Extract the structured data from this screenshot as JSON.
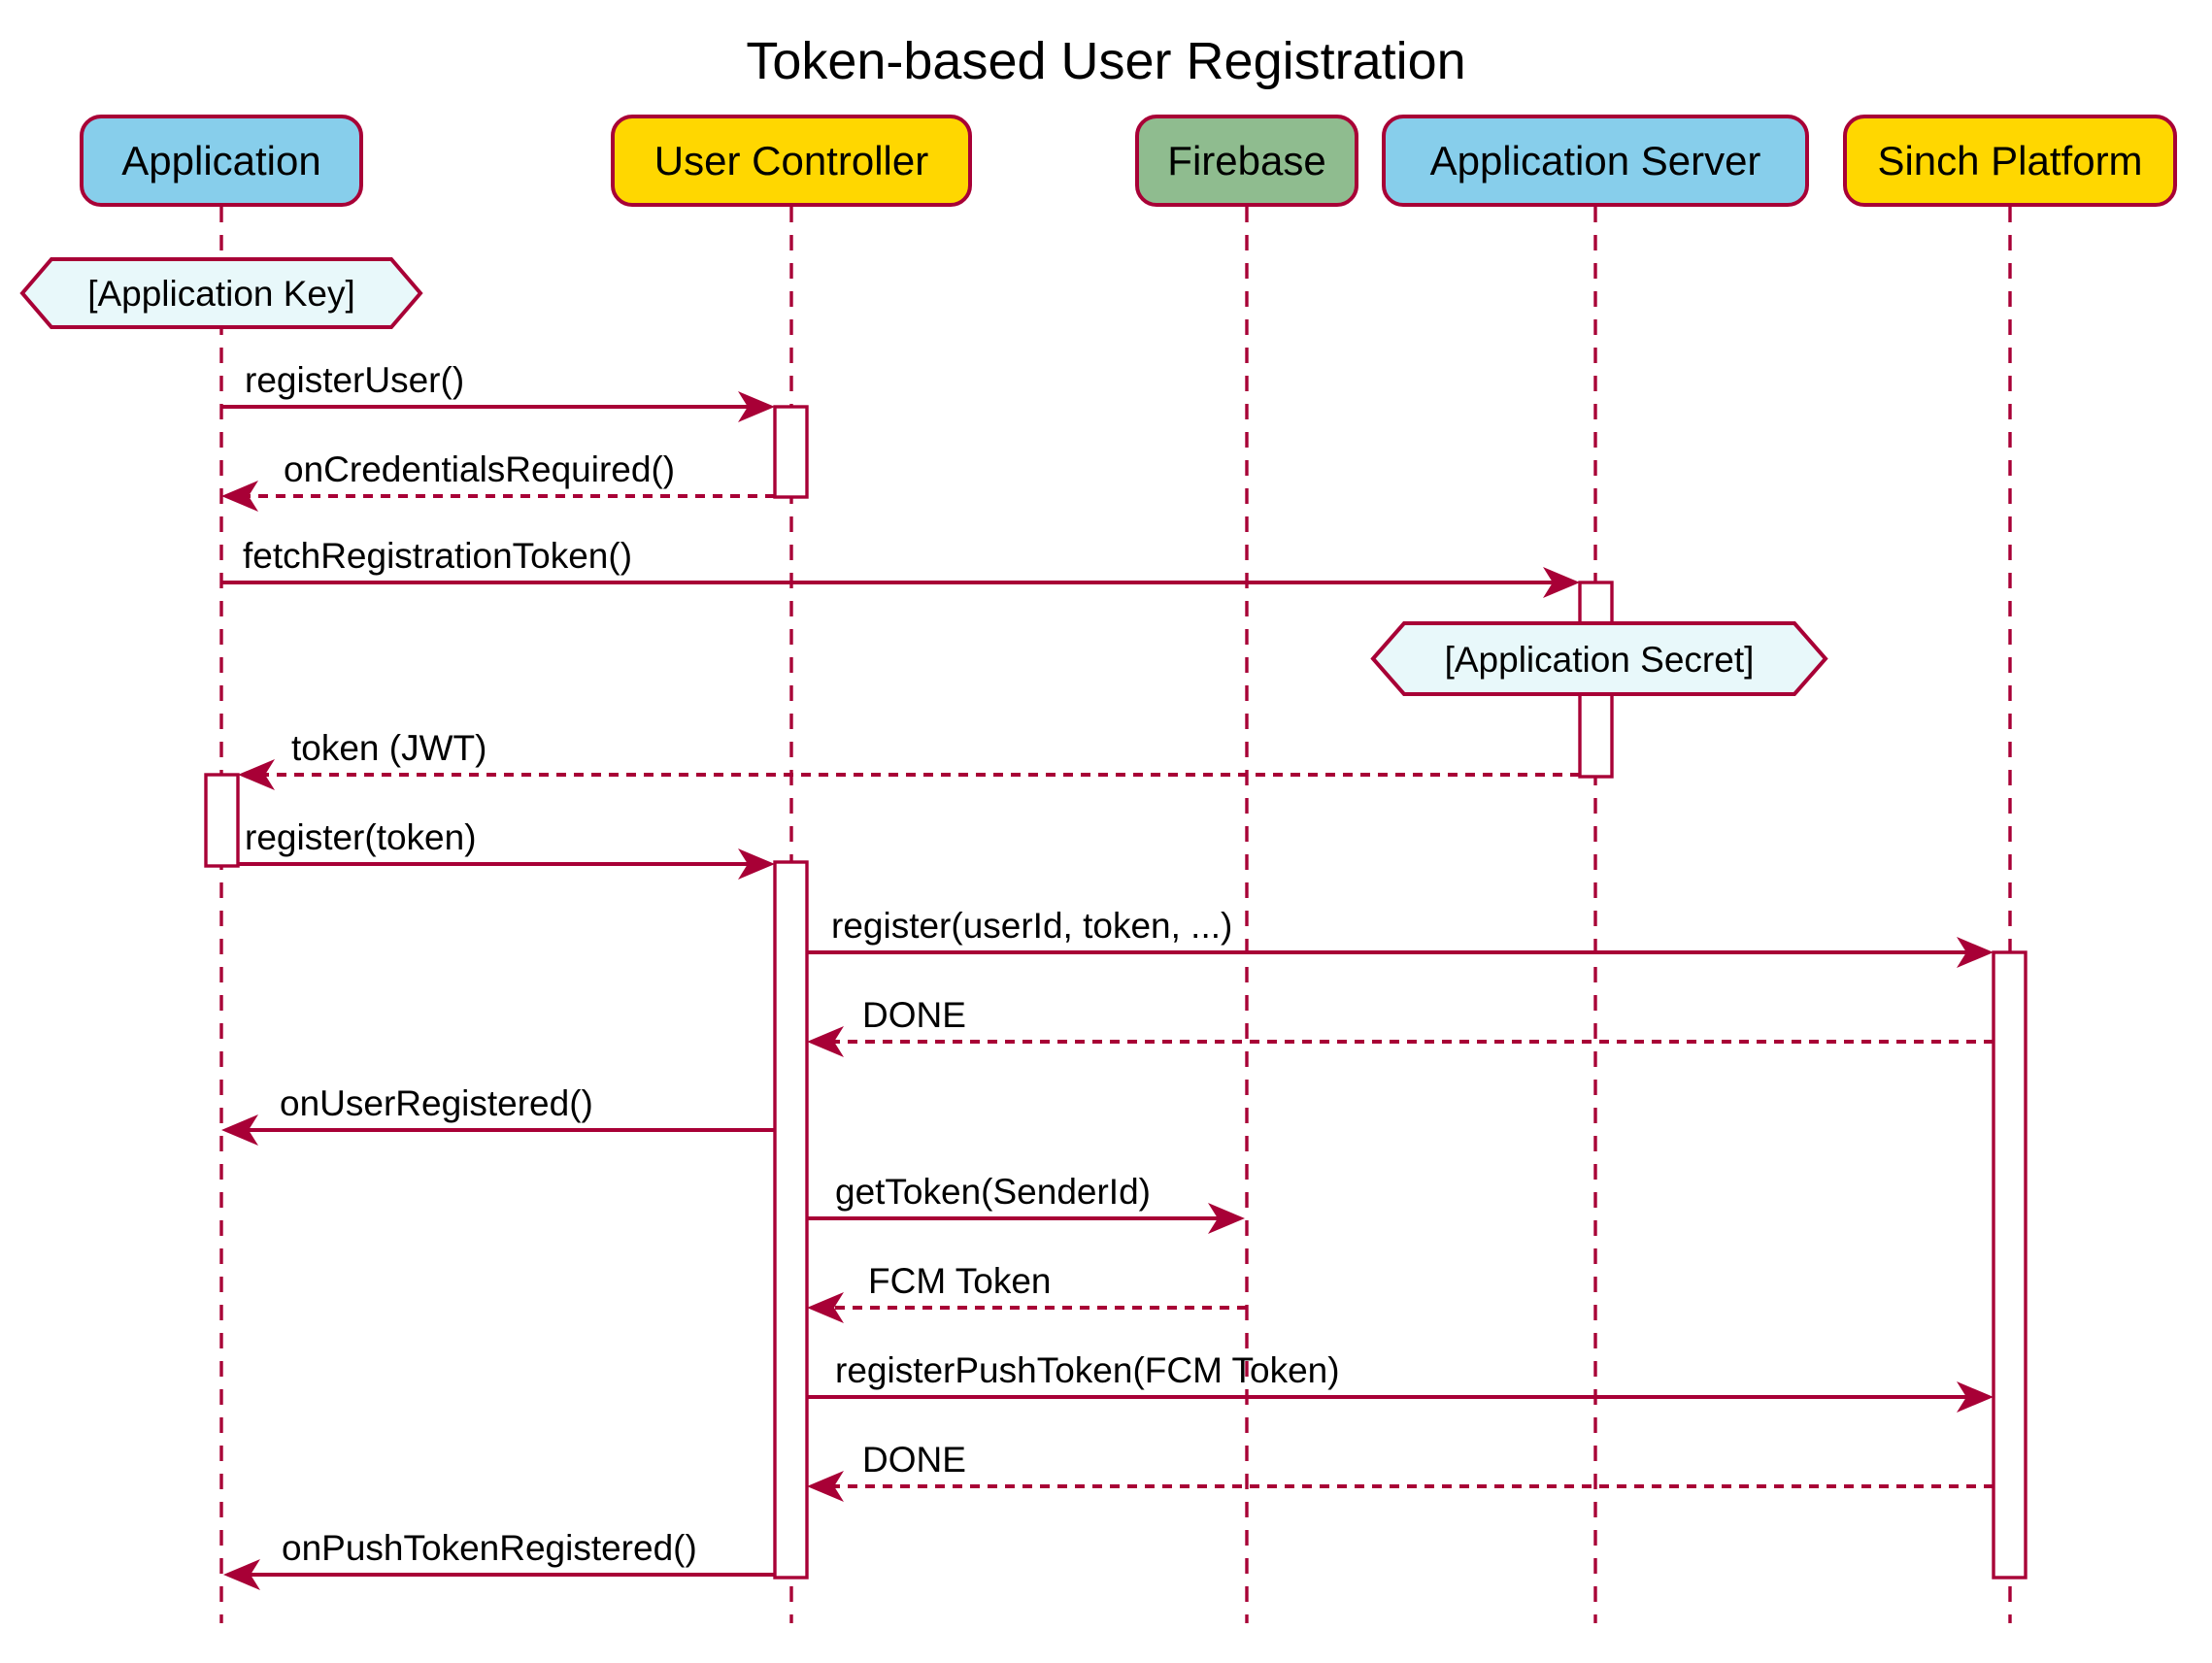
{
  "title": "Token-based User Registration",
  "participants": [
    {
      "label": "Application",
      "fill": "#87CEEB"
    },
    {
      "label": "User Controller",
      "fill": "#FFD700"
    },
    {
      "label": "Firebase",
      "fill": "#8FBC8F"
    },
    {
      "label": "Application Server",
      "fill": "#87CEEB"
    },
    {
      "label": "Sinch Platform",
      "fill": "#FFD700"
    }
  ],
  "notes": [
    {
      "label": "[Application Key]",
      "over": "Application"
    },
    {
      "label": "[Application Secret]",
      "over": "Application Server"
    }
  ],
  "messages": [
    {
      "label": "registerUser()",
      "from": "Application",
      "to": "User Controller",
      "line": "solid"
    },
    {
      "label": "onCredentialsRequired()",
      "from": "User Controller",
      "to": "Application",
      "line": "dotted"
    },
    {
      "label": "fetchRegistrationToken()",
      "from": "Application",
      "to": "Application Server",
      "line": "solid"
    },
    {
      "label": "token (JWT)",
      "from": "Application Server",
      "to": "Application",
      "line": "dotted"
    },
    {
      "label": "register(token)",
      "from": "Application",
      "to": "User Controller",
      "line": "solid"
    },
    {
      "label": "register(userId, token, ...)",
      "from": "User Controller",
      "to": "Sinch Platform",
      "line": "solid"
    },
    {
      "label": "DONE",
      "from": "Sinch Platform",
      "to": "User Controller",
      "line": "dotted"
    },
    {
      "label": "onUserRegistered()",
      "from": "User Controller",
      "to": "Application",
      "line": "solid"
    },
    {
      "label": "getToken(SenderId)",
      "from": "User Controller",
      "to": "Firebase",
      "line": "solid"
    },
    {
      "label": "FCM Token",
      "from": "Firebase",
      "to": "User Controller",
      "line": "dotted"
    },
    {
      "label": "registerPushToken(FCM Token)",
      "from": "User Controller",
      "to": "Sinch Platform",
      "line": "solid"
    },
    {
      "label": "DONE",
      "from": "Sinch Platform",
      "to": "User Controller",
      "line": "dotted"
    },
    {
      "label": "onPushTokenRegistered()",
      "from": "User Controller",
      "to": "Application",
      "line": "solid"
    }
  ],
  "colors": {
    "accent": "#A80036",
    "participant_blue": "#87CEEB",
    "participant_gold": "#FFD700",
    "participant_green": "#8FBC8F",
    "note_fill": "#E8F8FA",
    "background": "#FFFFFF",
    "text": "#000000"
  }
}
